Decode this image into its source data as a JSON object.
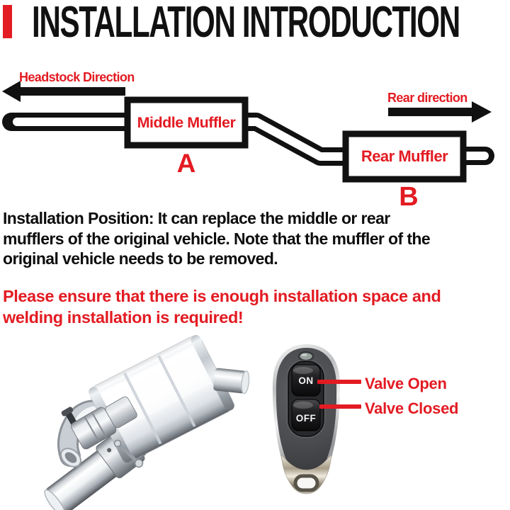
{
  "theme": {
    "accent-red": "#e31b22",
    "ink": "#111111"
  },
  "header": {
    "title": "INSTALLATION INTRODUCTION"
  },
  "diagram": {
    "headstock_direction_label": "Headstock Direction",
    "rear_direction_label": "Rear direction",
    "middle_muffler": {
      "label": "Middle Muffler",
      "letter": "A"
    },
    "rear_muffler": {
      "label": "Rear Muffler",
      "letter": "B"
    }
  },
  "notes": {
    "position_lines": [
      "Installation Position: It can replace the middle or rear",
      "mufflers of the original vehicle. Note that the muffler of the",
      "original vehicle needs to be removed."
    ],
    "warning_lines": [
      "Please ensure that there is enough installation space and",
      "welding installation is required!"
    ]
  },
  "photo": {
    "remote": {
      "on_label": "ON",
      "off_label": "OFF"
    },
    "callouts": {
      "valve_open": "Valve Open",
      "valve_closed": "Valve Closed"
    }
  }
}
